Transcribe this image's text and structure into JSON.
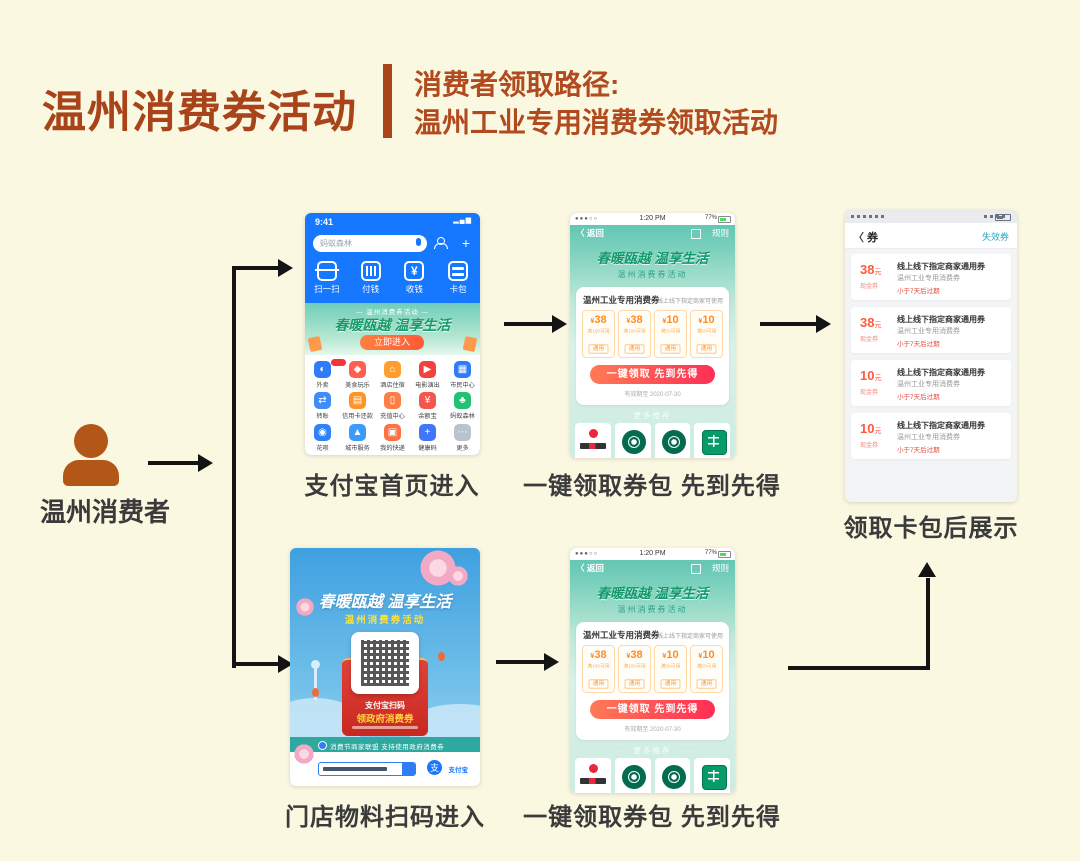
{
  "header": {
    "title": "温州消费券活动",
    "subtitle_line1": "消费者领取路径:",
    "subtitle_line2": "温州工业专用消费券领取活动"
  },
  "actor": {
    "label": "温州消费者"
  },
  "captions": {
    "alipay_entry": "支付宝首页进入",
    "claim_package": "一键领取券包 先到先得",
    "wallet_display": "领取卡包后展示",
    "store_scan": "门店物料扫码进入"
  },
  "alipay_home": {
    "status_time": "9:41",
    "signal_glyphs": "▂▄▆",
    "search_placeholder": "蚂蚁森林",
    "quick_actions": [
      {
        "label": "扫一扫",
        "icon": "scan"
      },
      {
        "label": "付钱",
        "icon": "pay"
      },
      {
        "label": "收钱",
        "icon": "receive"
      },
      {
        "label": "卡包",
        "icon": "cards"
      }
    ],
    "banner_tag": "— 温州消费券活动 —",
    "banner_title": "春暖瓯越 温享生活",
    "banner_button": "立即进入",
    "apps": [
      {
        "label": "外卖",
        "glyph": "◐",
        "color": "#2f7cf6"
      },
      {
        "label": "美食玩乐",
        "glyph": "◆",
        "color": "#ff5f4e"
      },
      {
        "label": "酒店住宿",
        "glyph": "⌂",
        "color": "#ff9d2e"
      },
      {
        "label": "电影演出",
        "glyph": "▶",
        "color": "#f3413c"
      },
      {
        "label": "市民中心",
        "glyph": "▦",
        "color": "#2f7cf6"
      },
      {
        "label": "转账",
        "glyph": "⇄",
        "color": "#3f8bfa"
      },
      {
        "label": "信用卡还款",
        "glyph": "▤",
        "color": "#ff9426"
      },
      {
        "label": "充值中心",
        "glyph": "▯",
        "color": "#ff7e45"
      },
      {
        "label": "余额宝",
        "glyph": "¥",
        "color": "#f2574d"
      },
      {
        "label": "蚂蚁森林",
        "glyph": "♣",
        "color": "#22c275"
      },
      {
        "label": "花呗",
        "glyph": "◉",
        "color": "#2f82f7"
      },
      {
        "label": "城市服务",
        "glyph": "▲",
        "color": "#3b9bfc"
      },
      {
        "label": "我的快递",
        "glyph": "▣",
        "color": "#ff7043"
      },
      {
        "label": "健康码",
        "glyph": "+",
        "color": "#3f76fa"
      },
      {
        "label": "更多",
        "glyph": "⋯",
        "color": "#b9c2cf"
      }
    ]
  },
  "coupon_page": {
    "status_dots": "●●●○○",
    "status_time": "1:20 PM",
    "battery_pct": "77%",
    "nav_back": "〈 返回",
    "nav_rule": "规则",
    "banner_title": "春暖瓯越 温享生活",
    "banner_subtitle": "温州消费券活动",
    "card_title": "温州工业专用消费券",
    "card_note": "线上线下指定商家可使用",
    "currency": "¥",
    "coupons": [
      {
        "value": "38",
        "condition": "满160可用",
        "tag": "通用"
      },
      {
        "value": "38",
        "condition": "满160可用",
        "tag": "通用"
      },
      {
        "value": "10",
        "condition": "满50可用",
        "tag": "通用"
      },
      {
        "value": "10",
        "condition": "满50可用",
        "tag": "通用"
      }
    ],
    "claim_button": "一键领取 先到先得",
    "validity": "有效期至 2020-07-30",
    "more_title": "更多推荐",
    "brands": [
      {
        "kind": "taobao"
      },
      {
        "kind": "starbucks"
      },
      {
        "kind": "starbucks"
      },
      {
        "kind": "greenbrand"
      }
    ]
  },
  "wallet_page": {
    "back_glyph": "〈",
    "title": "券",
    "expired_link": "失效券",
    "unit": "元",
    "cards": [
      {
        "value": "38",
        "type": "现金券",
        "title": "线上线下指定商家通用券",
        "subtitle": "温州工业专用消费券",
        "expire": "小于7天后过期"
      },
      {
        "value": "38",
        "type": "现金券",
        "title": "线上线下指定商家通用券",
        "subtitle": "温州工业专用消费券",
        "expire": "小于7天后过期"
      },
      {
        "value": "10",
        "type": "现金券",
        "title": "线上线下指定商家通用券",
        "subtitle": "温州工业专用消费券",
        "expire": "小于7天后过期"
      },
      {
        "value": "10",
        "type": "现金券",
        "title": "线上线下指定商家通用券",
        "subtitle": "温州工业专用消费券",
        "expire": "小于7天后过期"
      }
    ]
  },
  "poster": {
    "banner_title": "春暖瓯越 温享生活",
    "banner_subtitle": "温州消费券活动",
    "envelope_line1": "支付宝扫码",
    "envelope_line2": "领政府消费券",
    "band_text": "消费节商家联盟 支持使用政府消费券",
    "brand_name": "支付宝"
  },
  "colors": {
    "background": "#fbf8e1",
    "accent": "#a8431a",
    "arrow": "#141414",
    "alipay_blue": "#1677ff",
    "claim_red": "#ff2e55",
    "coupon_orange": "#ff8c1f"
  }
}
